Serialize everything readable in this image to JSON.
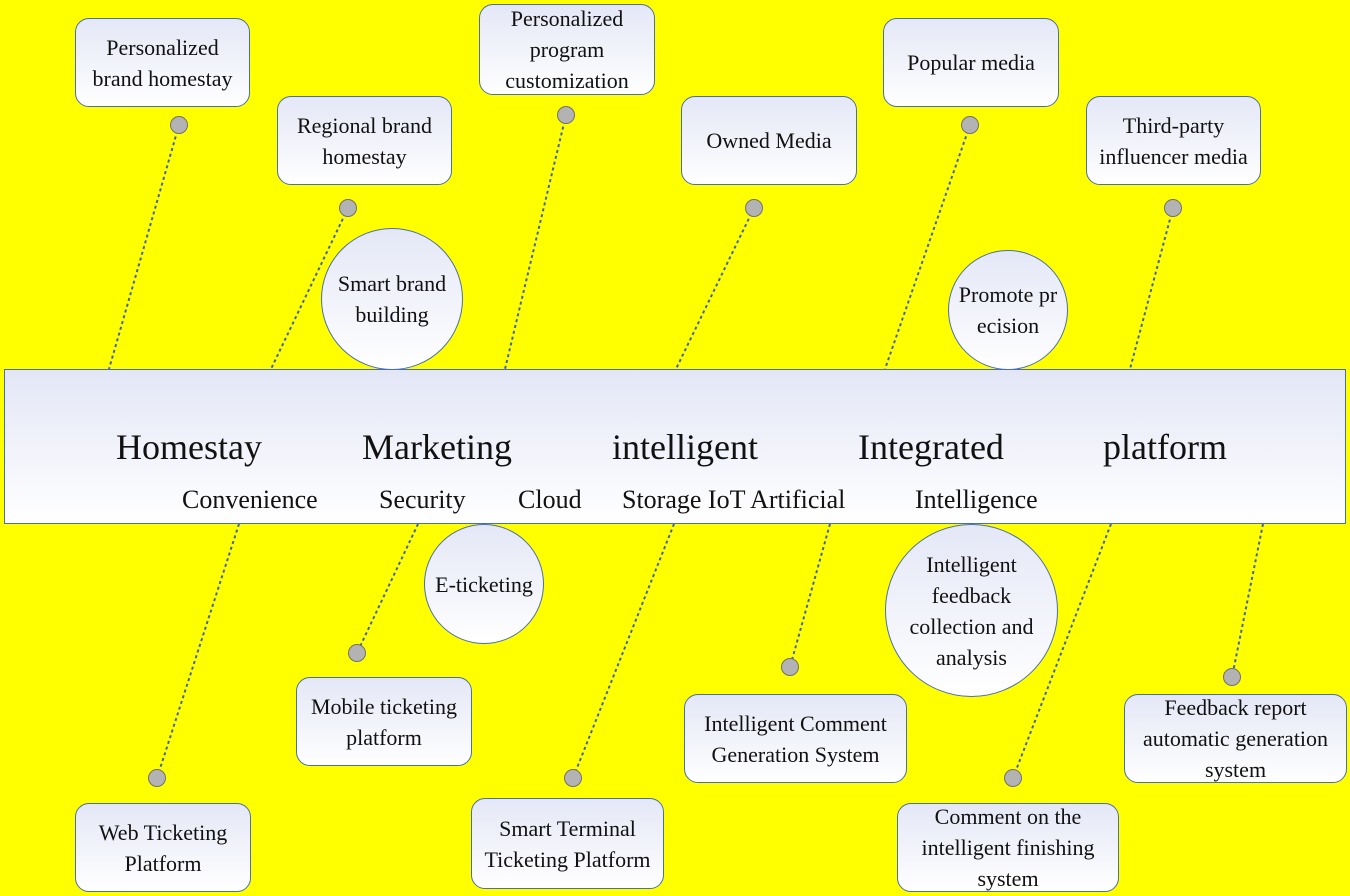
{
  "title_words": [
    "Homestay",
    "Marketing",
    "intelligent",
    "Integrated",
    "platform"
  ],
  "keywords": [
    "Convenience",
    "Security",
    "Cloud",
    "Storage IoT Artificial",
    "Intelligence"
  ],
  "categories": {
    "smart_brand_building": "Smart brand building",
    "promote_precision": "Promote precision",
    "e_ticketing": "E-ticketing",
    "intelligent_feedback": "Intelligent feedback collection and analysis"
  },
  "branches_top": {
    "personalized_brand_homestay": "Personalized brand homestay",
    "regional_brand_homestay": "Regional brand homestay",
    "personalized_program_customization": "Personalized program customization",
    "owned_media": "Owned Media",
    "popular_media": "Popular media",
    "third_party_influencer_media": "Third-party influencer media"
  },
  "branches_bottom": {
    "web_ticketing_platform": "Web Ticketing Platform",
    "mobile_ticketing_platform": "Mobile ticketing platform",
    "smart_terminal_ticketing_platform": "Smart Terminal Ticketing Platform",
    "intelligent_comment_generation_system": "Intelligent Comment Generation System",
    "comment_intelligent_finishing_system": "Comment on the intelligent finishing system",
    "feedback_report_generation_system": "Feedback report automatic generation system"
  },
  "colors": {
    "background": "#ffff00",
    "border": "#4a6fb0",
    "connector": "#3f63b5",
    "dot_fill": "#b3b3b3"
  }
}
